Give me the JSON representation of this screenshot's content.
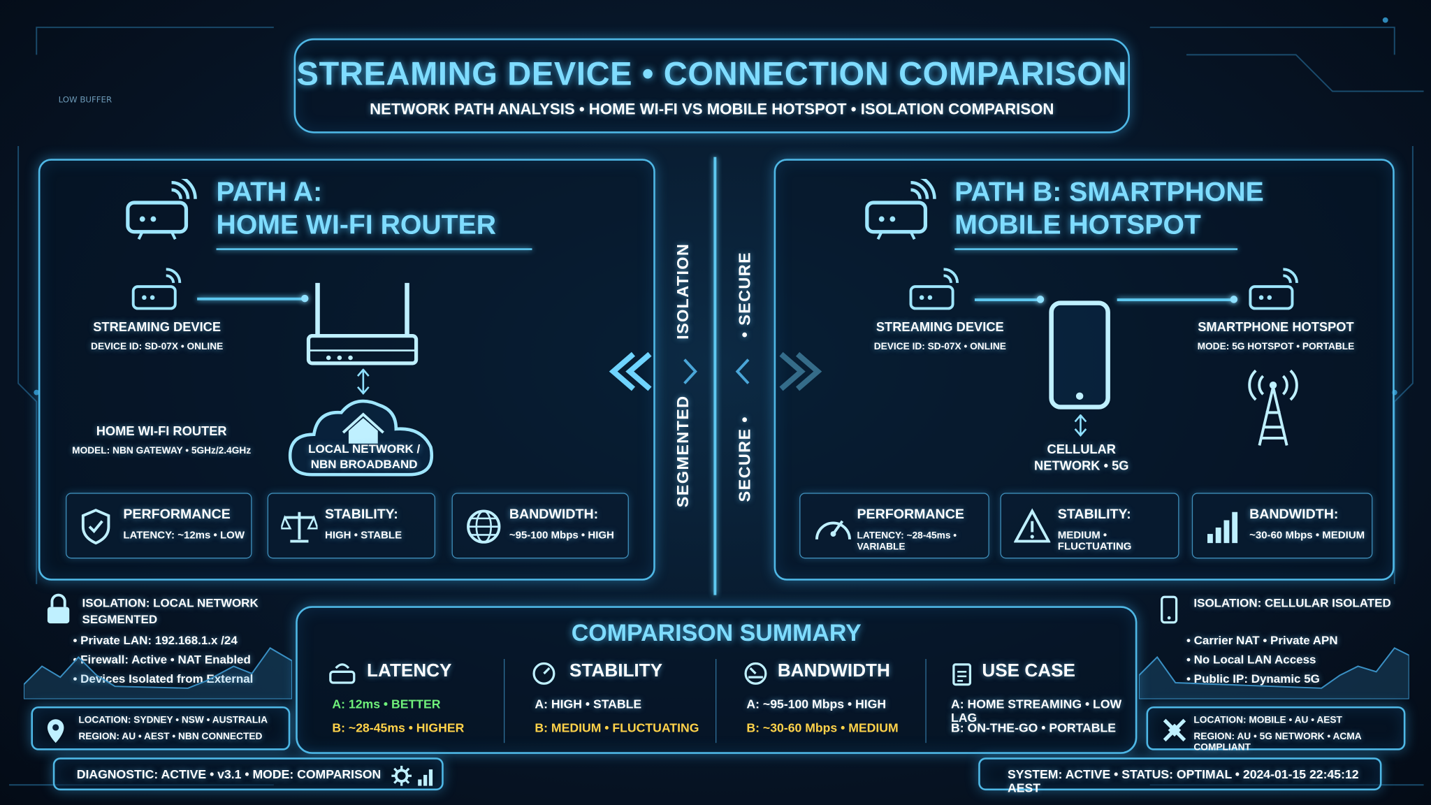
{
  "header": {
    "title": "STREAMING DEVICE • CONNECTION COMPARISON",
    "subtitle": "NETWORK PATH ANALYSIS • HOME WI-FI VS MOBILE HOTSPOT • ISOLATION COMPARISON",
    "corner_note": "LOW BUFFER"
  },
  "path_a": {
    "title_line1": "PATH A:",
    "title_line2": "HOME WI-FI ROUTER",
    "device_label": "STREAMING DEVICE",
    "device_sub": "DEVICE ID: SD-07X • ONLINE",
    "router_label": "HOME WI-FI ROUTER",
    "router_sub": "MODEL: NBN GATEWAY • 5GHz/2.4GHz",
    "cloud_line1": "LOCAL NETWORK /",
    "cloud_line2": "NBN BROADBAND",
    "cards": [
      {
        "title": "PERFORMANCE",
        "sub": "LATENCY: ~12ms • LOW"
      },
      {
        "title": "STABILITY:",
        "sub": "HIGH • STABLE"
      },
      {
        "title": "BANDWIDTH:",
        "sub": "~95-100 Mbps • HIGH"
      }
    ],
    "isolation_title_1": "ISOLATION: LOCAL NETWORK",
    "isolation_title_2": "SEGMENTED",
    "bullets": [
      "• Private LAN: 192.168.1.x /24",
      "• Firewall: Active • NAT Enabled",
      "• Devices Isolated from External"
    ],
    "location_1": "LOCATION: SYDNEY • NSW • AUSTRALIA",
    "location_2": "REGION: AU • AEST • NBN CONNECTED"
  },
  "center": {
    "left_top": "ISOLATION",
    "left_bottom": "SEGMENTED",
    "right_top": "• SECURE",
    "right_bottom": "SECURE •"
  },
  "path_b": {
    "title_line1": "PATH B: SMARTPHONE",
    "title_line2": "MOBILE HOTSPOT",
    "device_label": "STREAMING DEVICE",
    "device_sub": "DEVICE ID: SD-07X • ONLINE",
    "hotspot_label": "SMARTPHONE HOTSPOT",
    "hotspot_sub": "MODE: 5G HOTSPOT • PORTABLE",
    "cell_line1": "CELLULAR",
    "cell_line2": "NETWORK • 5G",
    "cards": [
      {
        "title": "PERFORMANCE",
        "sub": "LATENCY: ~28-45ms • VARIABLE"
      },
      {
        "title": "STABILITY:",
        "sub": "MEDIUM • FLUCTUATING"
      },
      {
        "title": "BANDWIDTH:",
        "sub": "~30-60 Mbps • MEDIUM"
      }
    ],
    "isolation_title": "ISOLATION: CELLULAR ISOLATED",
    "bullets": [
      "• Carrier NAT • Private APN",
      "• No Local LAN Access",
      "• Public IP: Dynamic 5G"
    ],
    "location_1": "LOCATION: MOBILE • AU • AEST",
    "location_2": "REGION: AU • 5G NETWORK • ACMA COMPLIANT"
  },
  "summary": {
    "title": "COMPARISON SUMMARY",
    "columns": [
      {
        "head": "LATENCY",
        "a": "A: 12ms • BETTER",
        "b": "B: ~28-45ms • HIGHER"
      },
      {
        "head": "STABILITY",
        "a": "A: HIGH • STABLE",
        "b": "B: MEDIUM • FLUCTUATING"
      },
      {
        "head": "BANDWIDTH",
        "a": "A: ~95-100 Mbps • HIGH",
        "b": "B: ~30-60 Mbps • MEDIUM"
      },
      {
        "head": "USE CASE",
        "a": "A: HOME STREAMING • LOW LAG",
        "b": "B: ON-THE-GO • PORTABLE"
      }
    ]
  },
  "footer": {
    "left": "DIAGNOSTIC: ACTIVE • v3.1 • MODE: COMPARISON",
    "right": "SYSTEM: ACTIVE • STATUS: OPTIMAL • 2024-01-15 22:45:12 AEST"
  },
  "colors": {
    "accent": "#5ec8f0",
    "good": "#6ff07a",
    "warn": "#ffd24a",
    "bg": "#071628"
  }
}
